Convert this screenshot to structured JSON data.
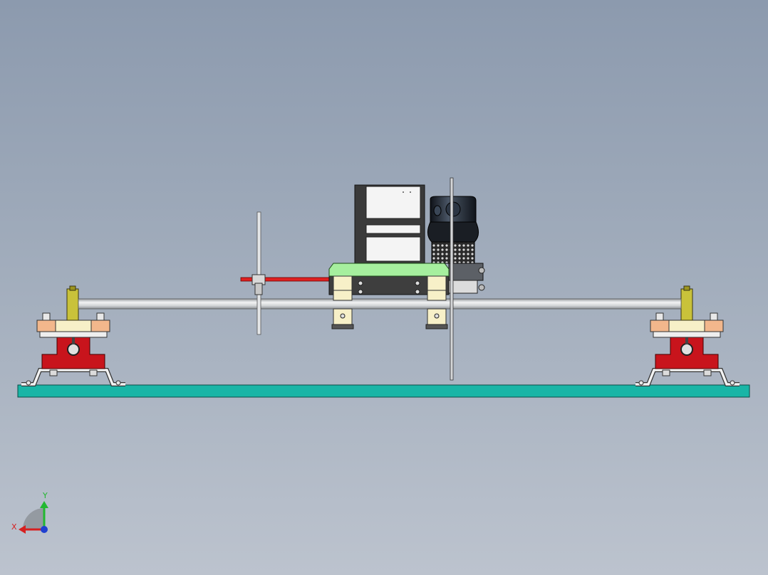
{
  "scene": {
    "title": "",
    "view": "front",
    "colors": {
      "background_top": "#8c9aae",
      "background_bottom": "#bcc3ce",
      "base_plate": "#19b5a6",
      "rail": "#d8dadc",
      "clamp_block": "#c8141c",
      "pad_orange": "#f2b78c",
      "pad_cream": "#f7f0c8",
      "post_yellow": "#c9c23a",
      "carriage_green": "#a6ef9e",
      "motor_body": "#3a3a3a",
      "spindle": "#1e2a38",
      "feed_rod": "#e02020",
      "triad_x": "#d62020",
      "triad_y": "#22b830",
      "triad_z": "#2040d0"
    },
    "components": [
      "base-plate",
      "linear-rail",
      "left-rail-support",
      "right-rail-support",
      "carriage-plate",
      "stepper-motor",
      "router-spindle",
      "saw-blade",
      "guide-rod",
      "red-feed-rod"
    ]
  },
  "triad": {
    "x_label": "X",
    "y_label": "Y",
    "icon": "coordinate-triad-icon"
  }
}
